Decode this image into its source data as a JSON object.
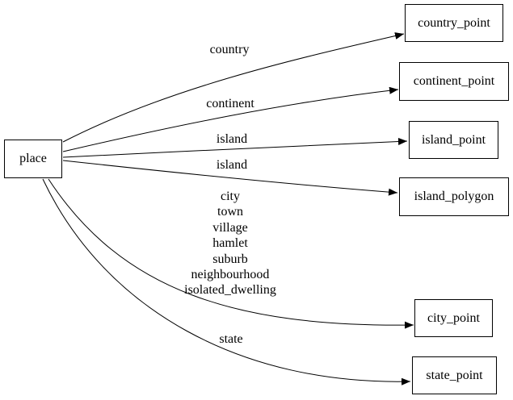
{
  "diagram": {
    "type": "directed-graph",
    "background_color": "#ffffff",
    "node_fill_color": "#ffffff",
    "node_border_color": "#000000",
    "edge_color": "#000000",
    "text_color": "#000000",
    "nodes": [
      {
        "id": "place",
        "label": "place"
      },
      {
        "id": "country_point",
        "label": "country_point"
      },
      {
        "id": "continent_point",
        "label": "continent_point"
      },
      {
        "id": "island_point",
        "label": "island_point"
      },
      {
        "id": "island_polygon",
        "label": "island_polygon"
      },
      {
        "id": "city_point",
        "label": "city_point"
      },
      {
        "id": "state_point",
        "label": "state_point"
      }
    ],
    "edges": [
      {
        "from": "place",
        "to": "country_point",
        "label": "country"
      },
      {
        "from": "place",
        "to": "continent_point",
        "label": "continent"
      },
      {
        "from": "place",
        "to": "island_point",
        "label": "island"
      },
      {
        "from": "place",
        "to": "island_polygon",
        "label": "island"
      },
      {
        "from": "place",
        "to": "city_point",
        "label": "city\ntown\nvillage\nhamlet\nsuburb\nneighbourhood\nisolated_dwelling",
        "label_lines": [
          "city",
          "town",
          "village",
          "hamlet",
          "suburb",
          "neighbourhood",
          "isolated_dwelling"
        ]
      },
      {
        "from": "place",
        "to": "state_point",
        "label": "state"
      }
    ]
  }
}
